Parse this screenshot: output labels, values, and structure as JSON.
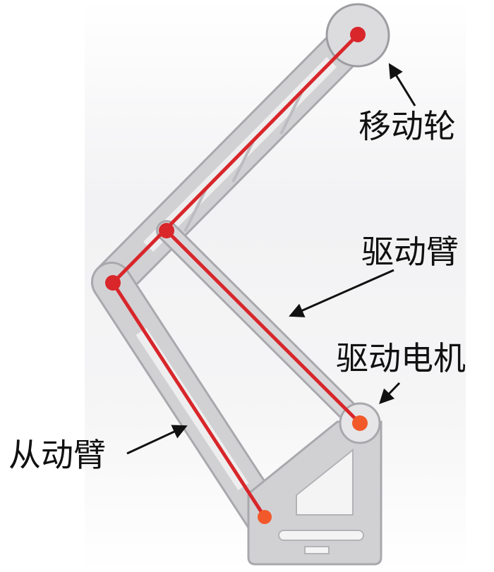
{
  "labels": {
    "moving_wheel": "移动轮",
    "drive_arm": "驱动臂",
    "drive_motor": "驱动电机",
    "driven_arm": "从动臂"
  },
  "colors": {
    "frame": "#cfcfd2",
    "frame_edge": "#a9a9ad",
    "rod": "#d8262a",
    "joint": "#d8262a",
    "motor_joint": "#f2592a",
    "wheel": "#dcdcdf",
    "arrow": "#111111"
  }
}
